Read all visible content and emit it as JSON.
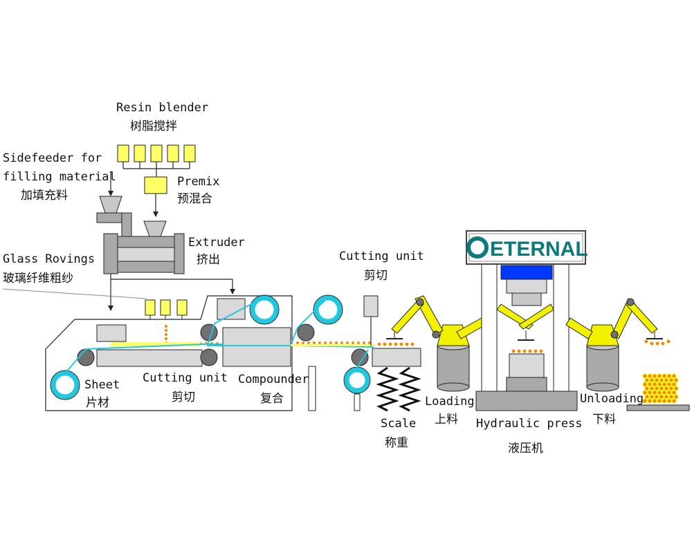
{
  "labels": {
    "resin_blender": {
      "en": "Resin blender",
      "cn": "树脂搅拌"
    },
    "sidefeeder": {
      "en1": "Sidefeeder for",
      "en2": "filling material",
      "cn": "加填充料"
    },
    "premix": {
      "en": "Premix",
      "cn": "预混合"
    },
    "extruder": {
      "en": "Extruder",
      "cn": "挤出"
    },
    "glass_rovings": {
      "en": "Glass Rovings",
      "cn": "玻璃纤维粗纱"
    },
    "cutting_unit_top": {
      "en": "Cutting unit",
      "cn": "剪切"
    },
    "sheet": {
      "en": "Sheet",
      "cn": "片材"
    },
    "cutting_unit_bottom": {
      "en": "Cutting unit",
      "cn": "剪切"
    },
    "compounder": {
      "en": "Compounder",
      "cn": "复合"
    },
    "scale": {
      "en": "Scale",
      "cn": "称重"
    },
    "loading": {
      "en": "Loading",
      "cn": "上料"
    },
    "hydraulic_press": {
      "en": "Hydraulic press",
      "cn": "液压机"
    },
    "unloading": {
      "en": "Unloading",
      "cn": "下料"
    }
  },
  "logo": {
    "text": "ETERNAL"
  },
  "colors": {
    "machine_gray": "#a9a9a9",
    "light_gray": "#d9d9d9",
    "roller_dark": "#707070",
    "cyan": "#22c8e0",
    "yellow": "#ffff66",
    "robot_yellow": "#f2f200",
    "orange_dot": "#f08a00",
    "press_blue": "#0038ff",
    "logo_teal": "#0b7a7a"
  }
}
